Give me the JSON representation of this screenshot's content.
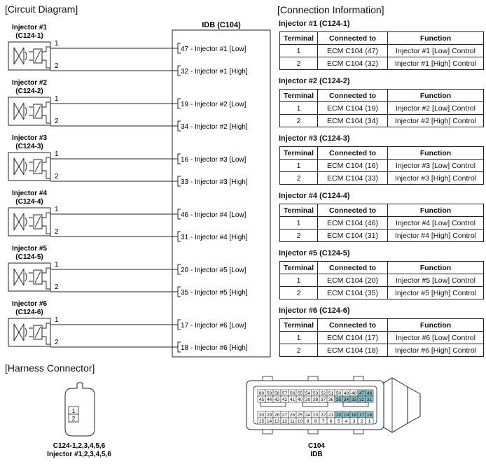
{
  "sections": {
    "circuit": "[Circuit Diagram]",
    "connection": "[Connection Information]",
    "harness": "[Harness Connector]"
  },
  "idb_title": "IDB (C104)",
  "injectors": [
    {
      "name": "Injector #1",
      "code": "(C124-1)",
      "pin1": "1",
      "pin2": "2",
      "low": "47 - Injector #1 [Low]",
      "high": "32 - Injector #1 [High]"
    },
    {
      "name": "Injector #2",
      "code": "(C124-2)",
      "pin1": "1",
      "pin2": "2",
      "low": "19 - Injector #2 [Low]",
      "high": "34 - Injector #2 [High]"
    },
    {
      "name": "Injector #3",
      "code": "(C124-3)",
      "pin1": "1",
      "pin2": "2",
      "low": "16 - Injector #3 [Low]",
      "high": "33 - Injector #3 [High]"
    },
    {
      "name": "Injector #4",
      "code": "(C124-4)",
      "pin1": "1",
      "pin2": "2",
      "low": "46 - Injector #4 [Low]",
      "high": "31 - Injector #4 [High]"
    },
    {
      "name": "Injector #5",
      "code": "(C124-5)",
      "pin1": "1",
      "pin2": "2",
      "low": "20 - Injector #5 [Low]",
      "high": "35 - Injector #5 [High]"
    },
    {
      "name": "Injector #6",
      "code": "(C124-6)",
      "pin1": "1",
      "pin2": "2",
      "low": "17 - Injector #6 [Low]",
      "high": "18 - Injector #6 [High]"
    }
  ],
  "tables": [
    {
      "title": "Injector #1 (C124-1)",
      "rows": [
        [
          "1",
          "ECM C104 (47)",
          "Injector #1 [Low] Control"
        ],
        [
          "2",
          "ECM C104 (32)",
          "Injector #1 [High] Control"
        ]
      ]
    },
    {
      "title": "Injector #2 (C124-2)",
      "rows": [
        [
          "1",
          "ECM C104 (19)",
          "Injector #2 [Low] Control"
        ],
        [
          "2",
          "ECM C104 (34)",
          "Injector #2 [High] Control"
        ]
      ]
    },
    {
      "title": "Injector #3 (C124-3)",
      "rows": [
        [
          "1",
          "ECM C104 (16)",
          "Injector #3 [Low] Control"
        ],
        [
          "2",
          "ECM C104 (33)",
          "Injector #3 [High] Control"
        ]
      ]
    },
    {
      "title": "Injector #4 (C124-4)",
      "rows": [
        [
          "1",
          "ECM C104 (46)",
          "Injector #4 [Low] Control"
        ],
        [
          "2",
          "ECM C104 (31)",
          "Injector #4 [High] Control"
        ]
      ]
    },
    {
      "title": "Injector #5 (C124-5)",
      "rows": [
        [
          "1",
          "ECM C104 (20)",
          "Injector #5 [Low] Control"
        ],
        [
          "2",
          "ECM C104 (35)",
          "Injector #5 [High] Control"
        ]
      ]
    },
    {
      "title": "Injector #6 (C124-6)",
      "rows": [
        [
          "1",
          "ECM C104 (17)",
          "Injector #6 [Low] Control"
        ],
        [
          "2",
          "ECM C104 (18)",
          "Injector #6 [High] Control"
        ]
      ]
    }
  ],
  "table_headers": [
    "Terminal",
    "Connected to",
    "Function"
  ],
  "harness": {
    "small_pins": [
      "1",
      "2"
    ],
    "small_label1": "C124-1,2,3,4,5,6",
    "small_label2": "Injector #1,2,3,4,5,6",
    "big_label1": "C104",
    "big_label2": "IDB",
    "rows": [
      [
        "60",
        "59",
        "58",
        "57",
        "56",
        "55",
        "54",
        "53",
        "52",
        "51",
        "50",
        "49",
        "48",
        "47",
        "46"
      ],
      [
        "45",
        "44",
        "43",
        "42",
        "41",
        "40",
        "39",
        "38",
        "37",
        "36",
        "35",
        "34",
        "33",
        "32",
        "31"
      ],
      [
        "30",
        "29",
        "28",
        "27",
        "26",
        "25",
        "24",
        "23",
        "22",
        "21",
        "20",
        "19",
        "18",
        "17",
        "16"
      ],
      [
        "15",
        "14",
        "13",
        "12",
        "11",
        "10",
        "9",
        "8",
        "7",
        "6",
        "5",
        "4",
        "3",
        "2",
        "1"
      ]
    ],
    "highlighted": [
      "47",
      "46",
      "35",
      "34",
      "33",
      "32",
      "31",
      "20",
      "19",
      "18",
      "17",
      "16"
    ],
    "highlight_color": "#8ec3cd"
  }
}
